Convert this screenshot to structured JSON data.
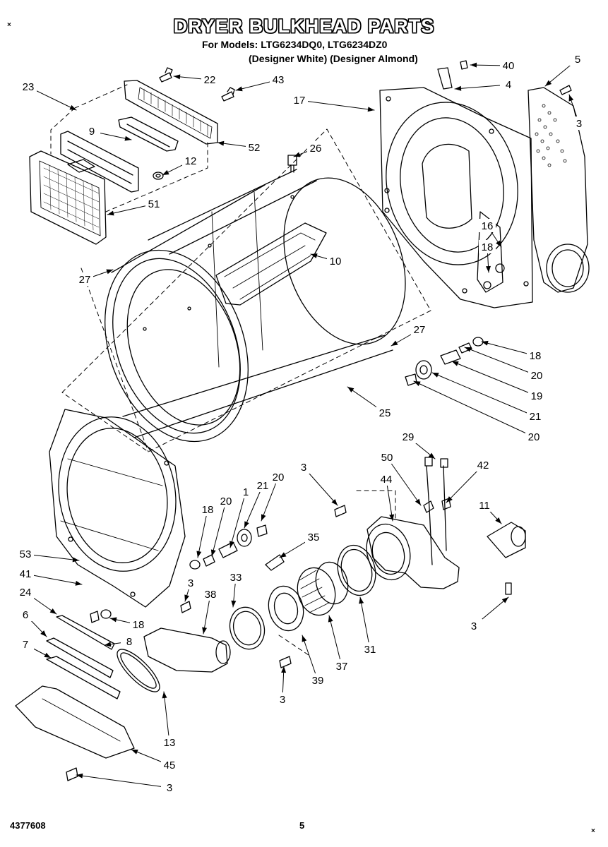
{
  "header": {
    "title": "DRYER BULKHEAD PARTS",
    "models_line": "For Models: LTG6234DQ0, LTG6234DZ0",
    "colors_line": "(Designer White) (Designer Almond)"
  },
  "footer": {
    "doc_number": "4377608",
    "page_number": "5",
    "corner_mark": "×"
  },
  "callouts": [
    "23",
    "22",
    "43",
    "9",
    "12",
    "51",
    "52",
    "26",
    "40",
    "4",
    "5",
    "17",
    "3",
    "10",
    "16",
    "18",
    "27",
    "27",
    "18",
    "20",
    "19",
    "21",
    "20",
    "25",
    "29",
    "50",
    "42",
    "3",
    "44",
    "11",
    "20",
    "21",
    "1",
    "18",
    "20",
    "35",
    "53",
    "41",
    "3",
    "38",
    "33",
    "24",
    "18",
    "8",
    "6",
    "7",
    "31",
    "37",
    "39",
    "3",
    "3",
    "13",
    "45",
    "3"
  ],
  "colors": {
    "ink": "#000000",
    "paper": "#ffffff"
  }
}
